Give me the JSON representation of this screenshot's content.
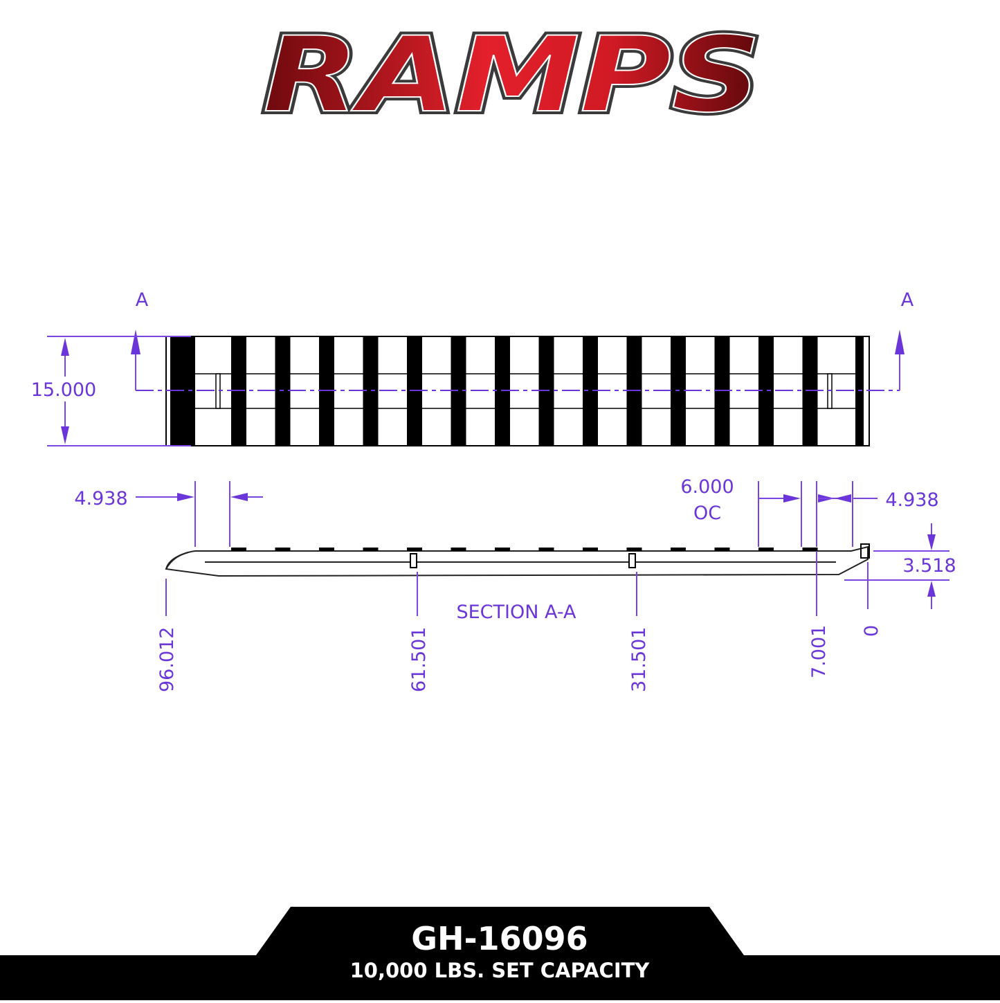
{
  "logo": {
    "text": "RAMPS",
    "colors": {
      "red": "#e0202a",
      "dark_red": "#7a0c10",
      "outline": "#3a3a3a"
    }
  },
  "drawing": {
    "colors": {
      "dimension": "#6a35d9",
      "line": "#000000"
    },
    "section_marker": "A",
    "width_dim": "15.000",
    "left_offset_dim": "4.938",
    "spacing_dim": "6.000",
    "spacing_unit": "OC",
    "right_offset_dim": "4.938",
    "height_dim": "3.518",
    "section_label": "SECTION A-A",
    "stations": [
      "96.012",
      "61.501",
      "31.501",
      "7.001",
      "0"
    ]
  },
  "banner": {
    "model": "GH-16096",
    "capacity": "10,000 LBS. SET CAPACITY",
    "colors": {
      "background": "#000000",
      "text": "#ffffff"
    }
  }
}
